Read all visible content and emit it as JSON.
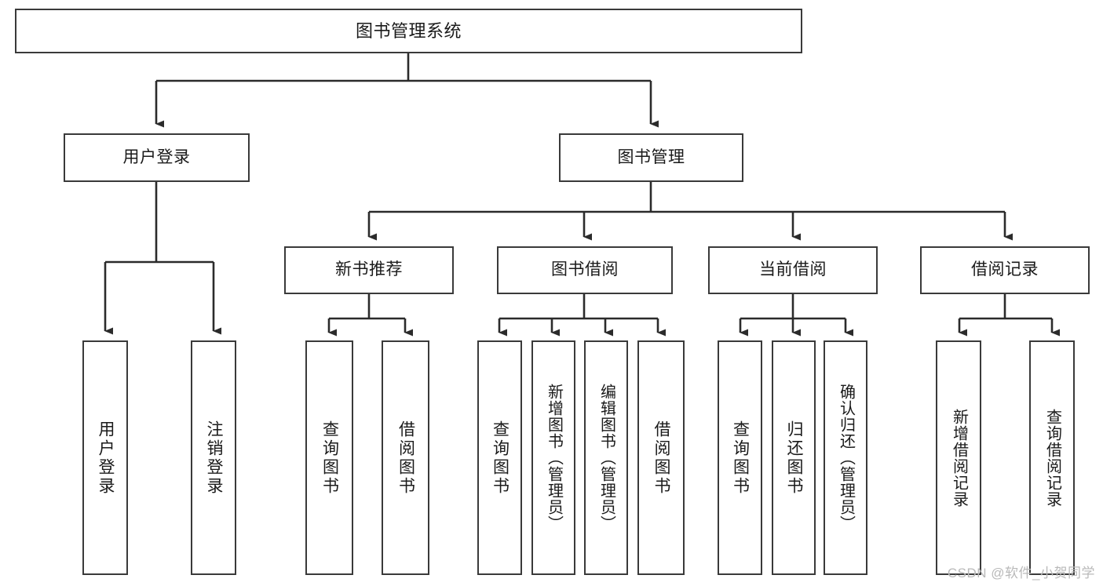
{
  "diagram": {
    "title": "图书管理系统",
    "type": "tree",
    "style": {
      "border_color": "#3a3a3a",
      "background": "#ffffff",
      "text_color": "#1a1a1a",
      "watermark_color": "#b9b9b9"
    },
    "nodes": {
      "root": {
        "label": "图书管理系统"
      },
      "level2": [
        {
          "label": "用户登录"
        },
        {
          "label": "图书管理"
        }
      ],
      "level3": [
        {
          "label": "新书推荐"
        },
        {
          "label": "图书借阅"
        },
        {
          "label": "当前借阅"
        },
        {
          "label": "借阅记录"
        }
      ],
      "leaves": {
        "user_login": [
          {
            "label": "用户登录"
          },
          {
            "label": "注销登录"
          }
        ],
        "new_book_recommend": [
          {
            "label": "查询图书"
          },
          {
            "label": "借阅图书"
          }
        ],
        "book_borrow": [
          {
            "label": "查询图书"
          },
          {
            "label": "新增图书（管理员）"
          },
          {
            "label": "编辑图书（管理员）"
          },
          {
            "label": "借阅图书"
          }
        ],
        "current_borrow": [
          {
            "label": "查询图书"
          },
          {
            "label": "归还图书"
          },
          {
            "label": "确认归还（管理员）"
          }
        ],
        "borrow_record": [
          {
            "label": "新增借阅记录"
          },
          {
            "label": "查询借阅记录"
          }
        ]
      }
    },
    "watermark": "CSDN @软件_小贺同学"
  }
}
